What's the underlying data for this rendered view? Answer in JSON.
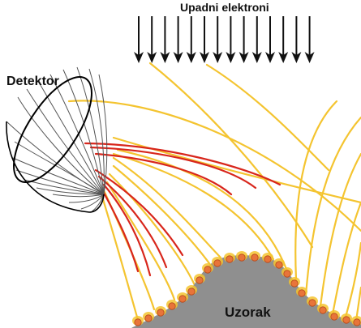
{
  "labels": {
    "incident_electrons": "Upadni elektroni",
    "detector": "Detektor",
    "sample": "Uzorak"
  },
  "colors": {
    "background": "#ffffff",
    "arrows": "#111111",
    "trajectory_yellow": "#f4c430",
    "trajectory_red": "#d8261c",
    "detector_mesh": "#555555",
    "detector_rim": "#000000",
    "sample_fill": "#8f8f8f",
    "emission_points": "#e8743a"
  }
}
